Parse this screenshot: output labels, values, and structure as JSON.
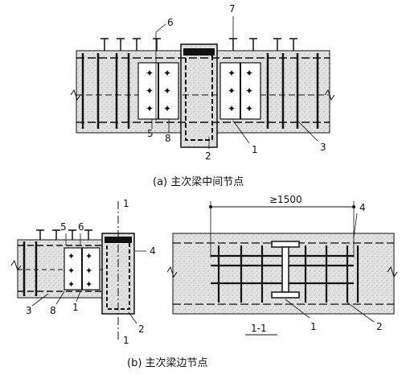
{
  "diagram": {
    "captions": {
      "a": "(a) 主次梁中间节点",
      "b": "(b) 主次梁边节点"
    },
    "labels_a": [
      "1",
      "2",
      "3",
      "5",
      "6",
      "7",
      "8"
    ],
    "labels_b_left": [
      "1",
      "2",
      "3",
      "4",
      "5",
      "6",
      "8"
    ],
    "section_marks": [
      "1",
      "1"
    ],
    "section_title": "1-1",
    "section_labels": [
      "1",
      "2",
      "4"
    ],
    "dimension": "≥1500",
    "colors": {
      "stroke": "#111111",
      "concrete": "#d9d9d9",
      "background": "#ffffff"
    }
  }
}
